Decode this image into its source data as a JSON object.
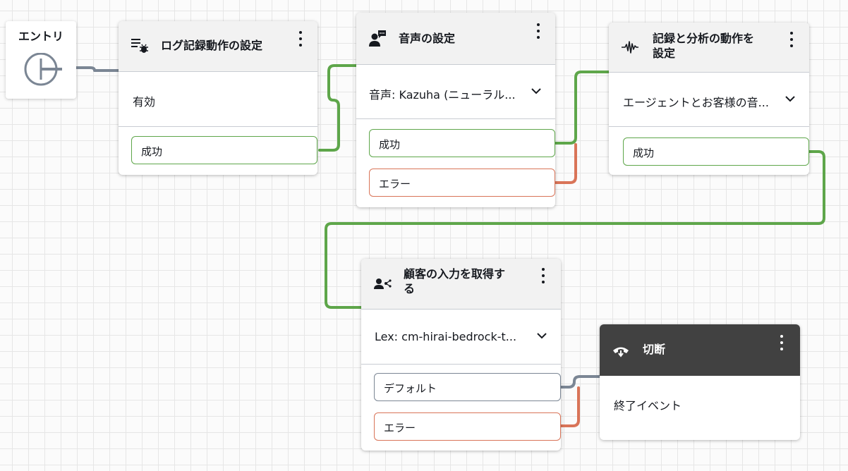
{
  "entry": {
    "label": "エントリ"
  },
  "blocks": {
    "logging": {
      "title": "ログ記録動作の設定",
      "body": "有効",
      "branches": {
        "success": "成功"
      }
    },
    "voice": {
      "title": "音声の設定",
      "body": "音声: Kazuha (ニューラル...",
      "branches": {
        "success": "成功",
        "error": "エラー"
      }
    },
    "analytics": {
      "title_line1": "記録と分析の動作を",
      "title_line2": "設定",
      "body": "エージェントとお客様の音...",
      "branches": {
        "success": "成功"
      }
    },
    "input": {
      "title_line1": "顧客の入力を取得す",
      "title_line2": "る",
      "body": "Lex: cm-hirai-bedrock-t...",
      "branches": {
        "default": "デフォルト",
        "error": "エラー"
      }
    },
    "disconnect": {
      "title": "切断",
      "body": "終了イベント"
    }
  },
  "colors": {
    "success": "#5ea64a",
    "error": "#d97458",
    "default": "#7b8694",
    "dark_header": "#414141"
  },
  "icons": {
    "logging": "log-bug-icon",
    "voice": "speaker-icon",
    "analytics": "waveform-icon",
    "input": "customer-input-icon",
    "disconnect": "hang-up-icon"
  }
}
